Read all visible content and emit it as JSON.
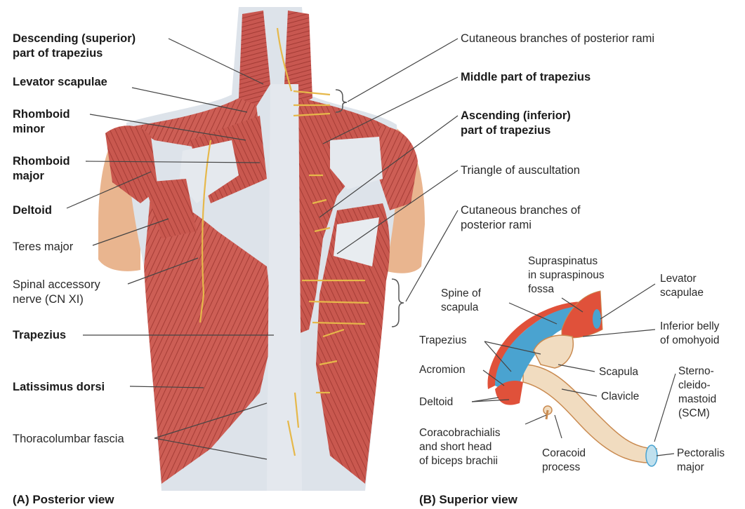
{
  "panel_a": {
    "caption": "(A) Posterior view",
    "labels": {
      "descending_trapezius": [
        "Descending (superior)",
        "part of trapezius"
      ],
      "levator_scapulae": "Levator scapulae",
      "rhomboid_minor": [
        "Rhomboid",
        "minor"
      ],
      "rhomboid_major": [
        "Rhomboid",
        "major"
      ],
      "deltoid": "Deltoid",
      "teres_major": "Teres major",
      "spinal_accessory_nerve": [
        "Spinal accessory",
        "nerve (CN XI)"
      ],
      "trapezius": "Trapezius",
      "latissimus_dorsi": "Latissimus dorsi",
      "thoracolumbar_fascia": "Thoracolumbar fascia",
      "cutaneous_branches_1": "Cutaneous branches of posterior rami",
      "middle_trapezius": "Middle part of trapezius",
      "ascending_trapezius": [
        "Ascending (inferior)",
        "part of trapezius"
      ],
      "triangle_auscultation": "Triangle of auscultation",
      "cutaneous_branches_2": [
        "Cutaneous branches of",
        "posterior rami"
      ]
    }
  },
  "panel_b": {
    "caption": "(B) Superior view",
    "labels": {
      "supraspinatus": [
        "Supraspinatus",
        "in supraspinous",
        "fossa"
      ],
      "levator_scapulae": [
        "Levator",
        "scapulae"
      ],
      "spine_of_scapula": [
        "Spine of",
        "scapula"
      ],
      "inferior_belly_omohyoid": [
        "Inferior belly",
        "of omohyoid"
      ],
      "trapezius": "Trapezius",
      "acromion": "Acromion",
      "scapula": "Scapula",
      "sternocleidomastoid": [
        "Sterno-",
        "cleido-",
        "mastoid",
        "(SCM)"
      ],
      "deltoid": "Deltoid",
      "clavicle": "Clavicle",
      "coracobrachialis": [
        "Coracobrachialis",
        "and short head",
        "of biceps brachii"
      ],
      "coracoid_process": [
        "Coracoid",
        "process"
      ],
      "pectoralis_major": [
        "Pectoralis",
        "major"
      ]
    }
  },
  "colors": {
    "muscle": "#c9584f",
    "muscle_dark": "#a83f39",
    "skin": "#e9b58f",
    "fascia": "#dfe4ea",
    "nerve": "#e6b84a",
    "bone": "#f1dcc0",
    "blue": "#4aa3d0",
    "red": "#e0513a"
  }
}
